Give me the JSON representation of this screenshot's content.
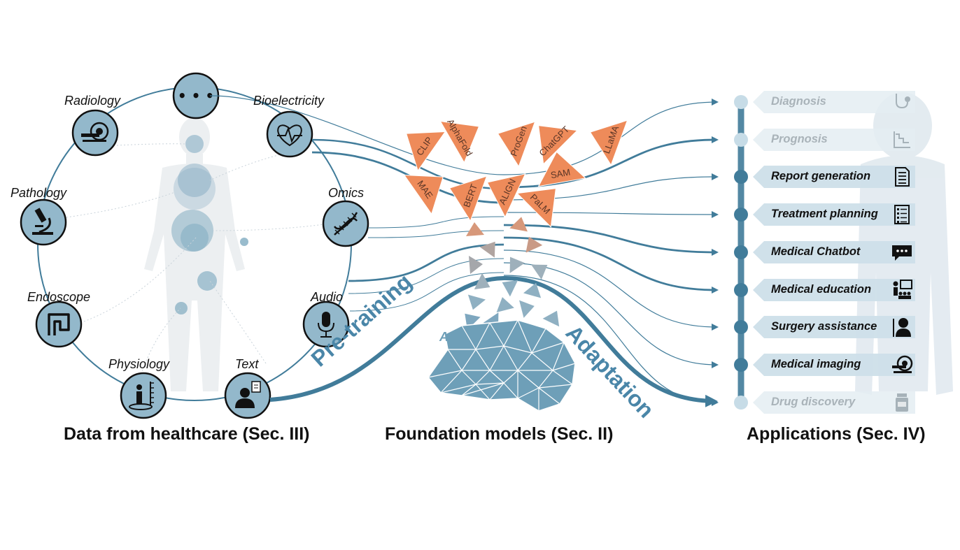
{
  "title": "",
  "sources": [
    {
      "label": "Radiology",
      "icon": "mri-scanner-icon"
    },
    {
      "label": "Bioelectricity",
      "icon": "heart-ecg-icon"
    },
    {
      "label": "Pathology",
      "icon": "microscope-icon"
    },
    {
      "label": "Omics",
      "icon": "dna-icon"
    },
    {
      "label": "Endoscope",
      "icon": "intestine-icon"
    },
    {
      "label": "Audio",
      "icon": "microphone-icon"
    },
    {
      "label": "Physiology",
      "icon": "height-measure-icon"
    },
    {
      "label": "Text",
      "icon": "doctor-document-icon"
    },
    {
      "label": "",
      "icon": "ellipsis-icon",
      "glyph": "• • •"
    }
  ],
  "models": [
    "CLIP",
    "AlphaFold",
    "ProGen",
    "ChatGPT",
    "LLaMA",
    "MAE",
    "BERT",
    "ALIGN",
    "SAM",
    "PaLM"
  ],
  "ai_label": "AI",
  "flow": {
    "left": "Pre-training",
    "right": "Adaptation"
  },
  "applications": [
    {
      "label": "Diagnosis",
      "icon": "stethoscope-icon",
      "faded": true
    },
    {
      "label": "Prognosis",
      "icon": "declining-chart-icon",
      "faded": true
    },
    {
      "label": "Report generation",
      "icon": "report-icon",
      "faded": false
    },
    {
      "label": "Treatment planning",
      "icon": "checklist-icon",
      "faded": false
    },
    {
      "label": "Medical Chatbot",
      "icon": "chat-bubble-icon",
      "faded": false
    },
    {
      "label": "Medical education",
      "icon": "lecture-icon",
      "faded": false
    },
    {
      "label": "Surgery assistance",
      "icon": "surgeon-icon",
      "faded": false
    },
    {
      "label": "Medical imaging",
      "icon": "mri-scanner-icon",
      "faded": false
    },
    {
      "label": "Drug discovery",
      "icon": "pill-bottle-icon",
      "faded": true
    }
  ],
  "sections": {
    "data": "Data from healthcare (Sec. III)",
    "models": "Foundation models (Sec. II)",
    "apps": "Applications (Sec. IV)"
  },
  "colors": {
    "accent": "#417c9a",
    "icon_fill": "#93b8cb",
    "model_orange": "#ee8b5a",
    "app_bg": "#cddfe9",
    "faded_text": "#a9b3b9",
    "mesh": "#6e9fb8"
  }
}
